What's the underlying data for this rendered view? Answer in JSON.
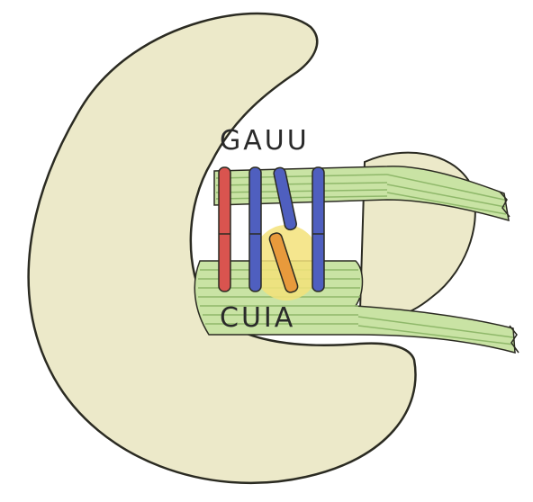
{
  "diagram": {
    "top_sequence": "GAUU",
    "bottom_sequence": "CUIA",
    "colors": {
      "body": "#ece9c9",
      "body_outline": "#2b2b22",
      "strand_green": "#c9e3a4",
      "strand_stripe": "#8fb86a",
      "base_red": "#d9544f",
      "base_blue": "#4f5fbf",
      "base_orange": "#e89a3c",
      "highlight_yellow": "#f3e27a"
    },
    "bases_top": [
      {
        "color": "red"
      },
      {
        "color": "blue"
      },
      {
        "color": "blue"
      },
      {
        "color": "blue"
      }
    ],
    "bases_bottom": [
      {
        "color": "red"
      },
      {
        "color": "blue"
      },
      {
        "color": "orange"
      },
      {
        "color": "blue"
      }
    ]
  }
}
